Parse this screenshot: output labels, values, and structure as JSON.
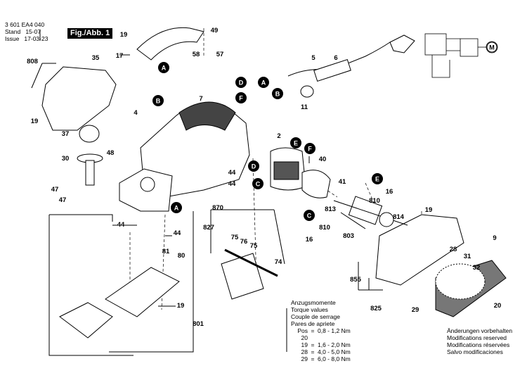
{
  "header": {
    "part_number": "3 601 EA4 040",
    "stand_label": "Stand",
    "stand_value": "15-07",
    "issue_label": "Issue",
    "issue_value": "17-03-23",
    "figure": "Fig./Abb. 1"
  },
  "torque": {
    "lines": [
      "Anzugsmomente",
      "Torque values",
      "Couple de serrage",
      "Pares de apriete"
    ],
    "rows": [
      {
        "pos": "Pos 20",
        "eq": "=",
        "val": "0,8 - 1,2 Nm"
      },
      {
        "pos": "19",
        "eq": "=",
        "val": "1,6 - 2,0 Nm"
      },
      {
        "pos": "28",
        "eq": "=",
        "val": "4,0 - 5,0 Nm"
      },
      {
        "pos": "29",
        "eq": "=",
        "val": "6,0 - 8,0 Nm"
      }
    ]
  },
  "notice": [
    "Änderungen vorbehalten",
    "Modifications reserved",
    "Modifications réservées",
    "Salvo modificaciones"
  ],
  "parts": {
    "p2": "2",
    "p4": "4",
    "p5": "5",
    "p6": "6",
    "p7": "7",
    "p9": "9",
    "p11": "11",
    "p16a": "16",
    "p16b": "16",
    "p17": "17",
    "p19a": "19",
    "p19b": "19",
    "p19c": "19",
    "p19d": "19",
    "p20": "20",
    "p28": "28",
    "p29": "29",
    "p30": "30",
    "p31": "31",
    "p32": "32",
    "p35": "35",
    "p37": "37",
    "p40": "40",
    "p41": "41",
    "p44a": "44",
    "p44b": "44",
    "p44c": "44",
    "p44d": "44",
    "p47a": "47",
    "p47b": "47",
    "p48": "48",
    "p49": "49",
    "p57": "57",
    "p58": "58",
    "p74": "74",
    "p75a": "75",
    "p75b": "75",
    "p76": "76",
    "p80": "80",
    "p81": "81",
    "p801": "801",
    "p803": "803",
    "p808": "808",
    "p810a": "810",
    "p810b": "810",
    "p813": "813",
    "p814": "814",
    "p825": "825",
    "p827": "827",
    "p855": "855",
    "p870": "870"
  },
  "markers": {
    "A1": "A",
    "A2": "A",
    "A3": "A",
    "B1": "B",
    "B2": "B",
    "C1": "C",
    "C2": "C",
    "D1": "D",
    "D2": "D",
    "E1": "E",
    "E2": "E",
    "F1": "F",
    "F2": "F",
    "M": "M"
  }
}
